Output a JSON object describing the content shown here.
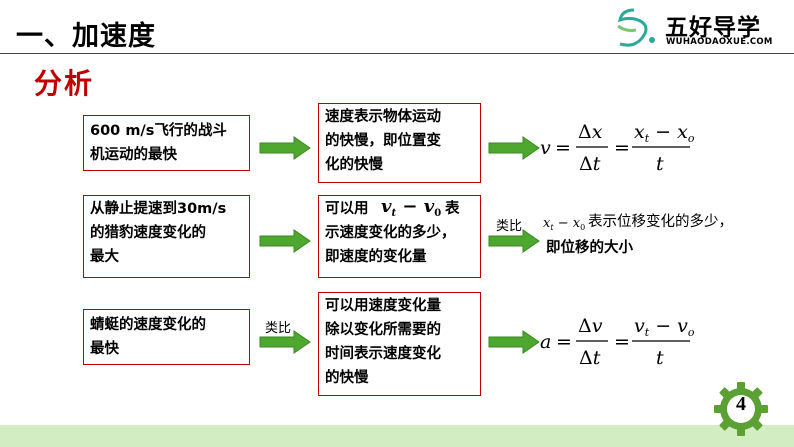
{
  "header": {
    "title": "一、加速度",
    "subtitle": "分析"
  },
  "logo": {
    "name_cn": "五好导学",
    "name_en": "WUHAODAOXUE.COM"
  },
  "rows": [
    {
      "left_text": "600 m/s飞行的战斗机运动的最快",
      "left_lines": [
        "600 m/s飞行的战斗",
        "机运动的最快"
      ],
      "middle_lines": [
        "速度表示物体运动",
        "的快慢，即位置变",
        "化的快慢"
      ]
    },
    {
      "left_lines": [
        "从静止提速到30m/s",
        "的猎豹速度变化的",
        "最大"
      ],
      "middle_lines": [
        "可以用",
        "表",
        "示速度变化的多少，",
        "即速度的变化量"
      ],
      "arrow_label": "类比",
      "right_lines": [
        "表示位移变化的多少，",
        "即位移的大小"
      ]
    },
    {
      "left_lines": [
        "蜻蜓的速度变化的",
        "最快"
      ],
      "arrow_label": "类比",
      "middle_lines": [
        "可以用速度变化量",
        "除以变化所需要的",
        "时间表示速度变化",
        "的快慢"
      ]
    }
  ],
  "page_number": "4"
}
